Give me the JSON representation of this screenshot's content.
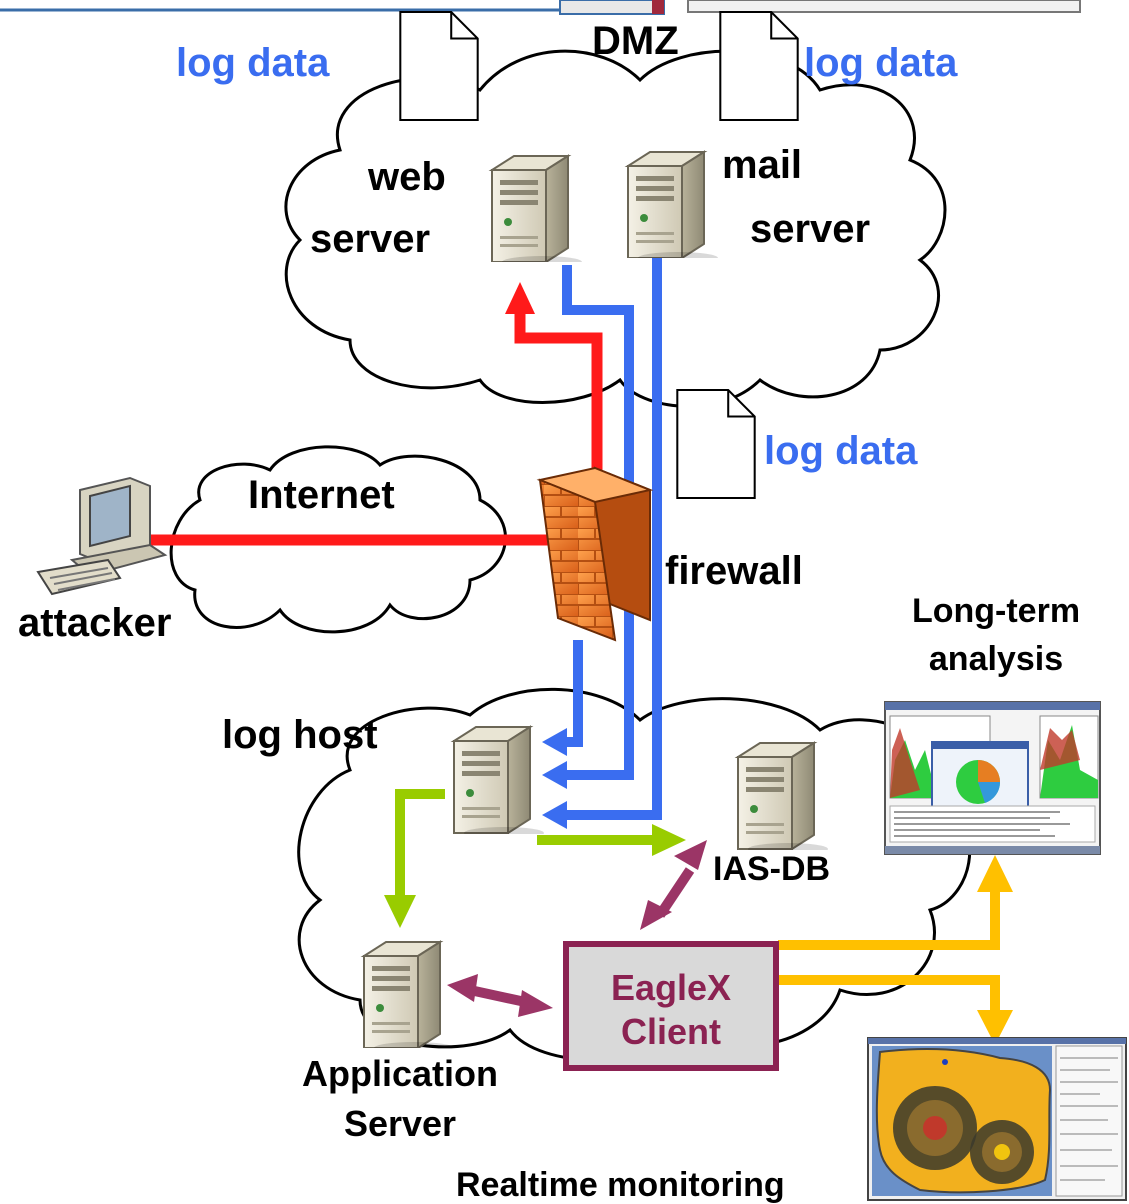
{
  "labels": {
    "dmz": "DMZ",
    "log_data_left": "log data",
    "log_data_right": "log data",
    "log_data_mid": "log data",
    "web_server_line1": "web",
    "web_server_line2": "server",
    "mail_server_line1": "mail",
    "mail_server_line2": "server",
    "internet": "Internet",
    "attacker": "attacker",
    "firewall": "firewall",
    "log_host": "log host",
    "ias_db": "IAS-DB",
    "eaglex_line1": "EagleX",
    "eaglex_line2": "Client",
    "app_server_line1": "Application",
    "app_server_line2": "Server",
    "long_term_line1": "Long-term",
    "long_term_line2": "analysis",
    "realtime": "Realtime monitoring"
  },
  "colors": {
    "attack_path": "#ff1a1a",
    "log_flow": "#3a6df0",
    "internal_flow": "#99cc00",
    "client_link": "#9b3566",
    "output_flow": "#ffc000",
    "firewall_fill": "#f07d2a",
    "eaglex_border": "#8b2252",
    "eaglex_fill": "#d9d9d9",
    "eaglex_text": "#8b2252",
    "label_blue": "#3a6df0"
  },
  "icons": [
    "document-icon",
    "server-icon",
    "computer-icon",
    "firewall-icon",
    "cloud-icon",
    "screenshot-thumbnail"
  ]
}
